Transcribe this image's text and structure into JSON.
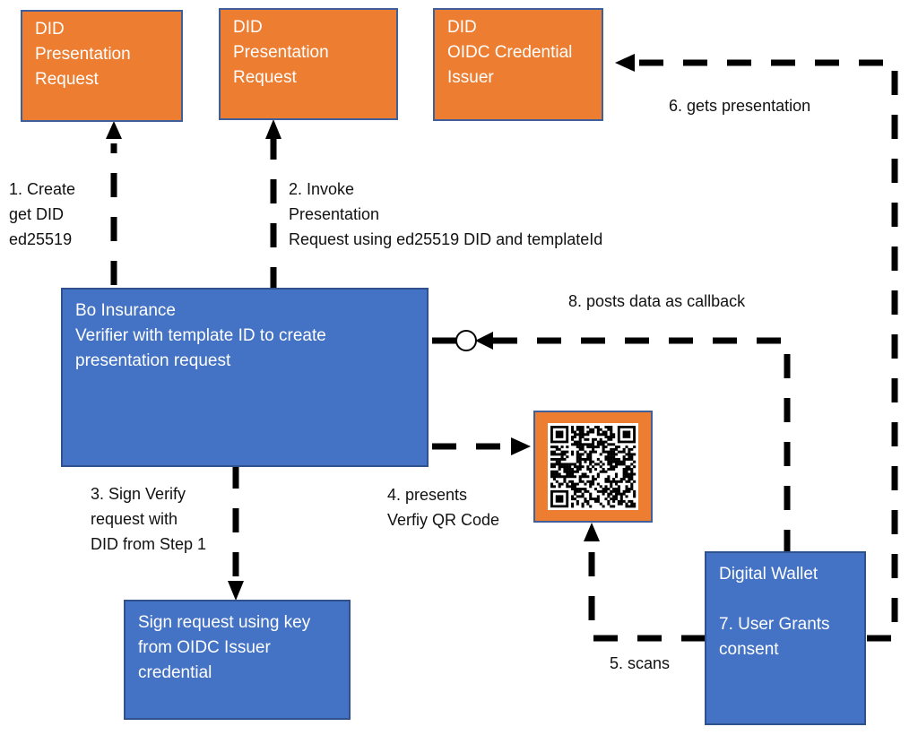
{
  "colors": {
    "orange": "#ed7d31",
    "blue": "#4472c4",
    "border": "#2f528f",
    "arrow": "#000000",
    "text_light": "#ffffff",
    "text_dark": "#111111"
  },
  "nodes": {
    "did_presentation_request_1": {
      "lines": [
        "DID",
        "Presentation",
        "Request"
      ]
    },
    "did_presentation_request_2": {
      "lines": [
        "DID",
        "Presentation",
        "Request"
      ]
    },
    "did_oidc_credential_issuer": {
      "lines": [
        "DID",
        "OIDC Credential",
        "Issuer"
      ]
    },
    "bo_insurance_verifier": {
      "lines": [
        "Bo Insurance",
        "Verifier with template ID to create",
        "presentation request"
      ]
    },
    "sign_request": {
      "lines": [
        "Sign request using key",
        "from OIDC Issuer",
        "credential"
      ]
    },
    "digital_wallet": {
      "lines": [
        "Digital Wallet",
        "",
        "7. User Grants",
        "consent"
      ]
    },
    "qr_code": {
      "icon": "qr-code-icon"
    }
  },
  "edges": {
    "step1": {
      "lines": [
        "1. Create",
        "get DID",
        "ed25519"
      ]
    },
    "step2": {
      "lines": [
        "2. Invoke",
        "Presentation",
        "Request using ed25519 DID and templateId"
      ]
    },
    "step3": {
      "lines": [
        "3. Sign Verify",
        "request with",
        "DID from Step 1"
      ]
    },
    "step4": {
      "lines": [
        "4. presents",
        "Verfiy QR Code"
      ]
    },
    "step5": {
      "lines": [
        "5. scans"
      ]
    },
    "step6": {
      "lines": [
        "6. gets presentation"
      ]
    },
    "step8": {
      "lines": [
        "8. posts data as callback"
      ]
    }
  }
}
